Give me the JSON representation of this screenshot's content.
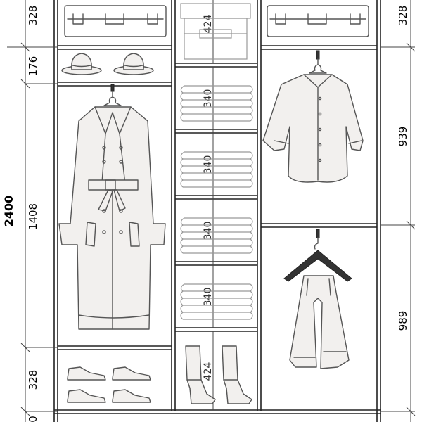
{
  "dimensions": {
    "total_height": "2400",
    "left": {
      "top_shelf": "328",
      "hat_shelf": "176",
      "hanging": "1408",
      "shoe_shelf": "328",
      "plinth": "0"
    },
    "right": {
      "top_shelf": "328",
      "upper_hanging": "939",
      "lower_hanging": "989"
    },
    "middle": {
      "top_box": "424",
      "shelf_1": "340",
      "shelf_2": "340",
      "shelf_3": "340",
      "shelf_4": "340",
      "bottom_boots": "424"
    }
  },
  "icons": {
    "suitcase_left": "suitcase-icon",
    "suitcase_right": "suitcase-icon",
    "storage_box": "storage-box-icon",
    "hat_1": "hat-icon",
    "hat_2": "hat-icon",
    "trench_coat": "trench-coat-icon",
    "folded_clothes": "folded-clothes-icon",
    "shirt": "shirt-icon",
    "trousers": "trousers-on-hanger-icon",
    "shoes": "shoes-icon",
    "boots": "boots-icon"
  }
}
